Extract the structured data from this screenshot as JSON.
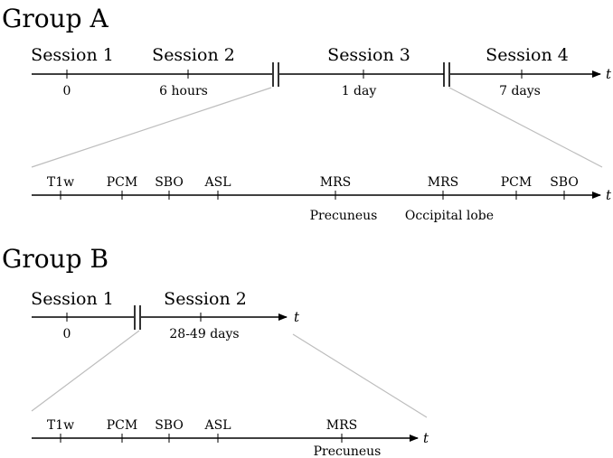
{
  "groupA": {
    "title": "Group A",
    "axis_symbol": "t",
    "sessions": [
      {
        "label": "Session 1",
        "time": "0"
      },
      {
        "label": "Session 2",
        "time": "6 hours"
      },
      {
        "label": "Session 3",
        "time": "1 day"
      },
      {
        "label": "Session 4",
        "time": "7 days"
      }
    ],
    "detail": {
      "axis_symbol": "t",
      "events": [
        {
          "label": "T1w",
          "region": ""
        },
        {
          "label": "PCM",
          "region": ""
        },
        {
          "label": "SBO",
          "region": ""
        },
        {
          "label": "ASL",
          "region": ""
        },
        {
          "label": "MRS",
          "region": "Precuneus"
        },
        {
          "label": "MRS",
          "region": "Occipital lobe"
        },
        {
          "label": "PCM",
          "region": ""
        },
        {
          "label": "SBO",
          "region": ""
        }
      ]
    }
  },
  "groupB": {
    "title": "Group B",
    "axis_symbol": "t",
    "sessions": [
      {
        "label": "Session 1",
        "time": "0"
      },
      {
        "label": "Session 2",
        "time": "28-49 days"
      }
    ],
    "detail": {
      "axis_symbol": "t",
      "events": [
        {
          "label": "T1w",
          "region": ""
        },
        {
          "label": "PCM",
          "region": ""
        },
        {
          "label": "SBO",
          "region": ""
        },
        {
          "label": "ASL",
          "region": ""
        },
        {
          "label": "MRS",
          "region": "Precuneus"
        }
      ]
    }
  }
}
